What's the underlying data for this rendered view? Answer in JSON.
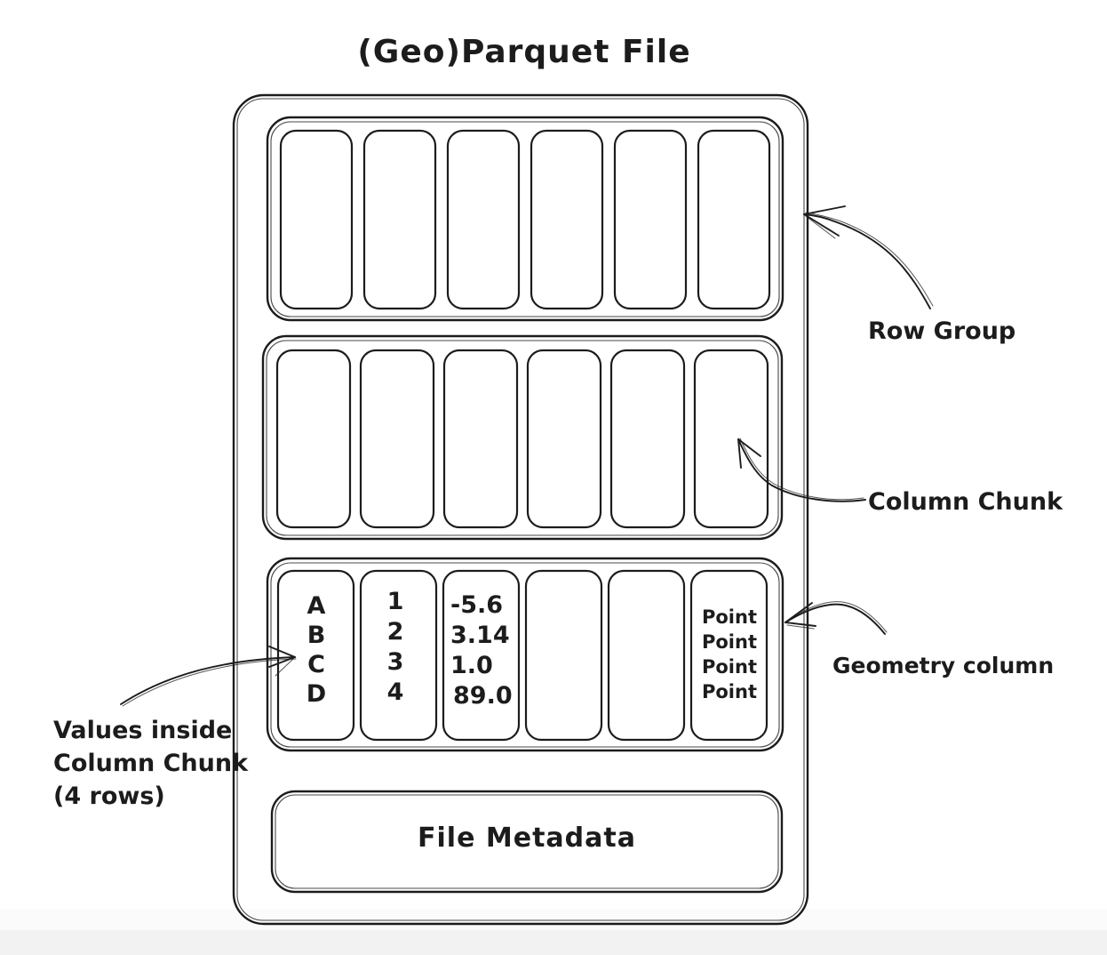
{
  "title": "(Geo)Parquet File",
  "file": {
    "metadata_label": "File Metadata",
    "row_groups": [
      {
        "columns": [
          {
            "values": []
          },
          {
            "values": []
          },
          {
            "values": []
          },
          {
            "values": []
          },
          {
            "values": []
          },
          {
            "values": []
          }
        ]
      },
      {
        "columns": [
          {
            "values": []
          },
          {
            "values": []
          },
          {
            "values": []
          },
          {
            "values": []
          },
          {
            "values": []
          },
          {
            "values": []
          }
        ]
      },
      {
        "columns": [
          {
            "values": [
              "A",
              "B",
              "C",
              "D"
            ]
          },
          {
            "values": [
              "1",
              "2",
              "3",
              "4"
            ]
          },
          {
            "values": [
              "-5.6",
              "3.14",
              "1.0",
              "89.0"
            ]
          },
          {
            "values": []
          },
          {
            "values": []
          },
          {
            "values": [
              "Point",
              "Point",
              "Point",
              "Point"
            ]
          }
        ]
      }
    ]
  },
  "annotations": {
    "row_group": "Row Group",
    "column_chunk": "Column Chunk",
    "geometry_column": "Geometry column",
    "values_note": {
      "lines": [
        "Values inside",
        "Column Chunk",
        "(4 rows)"
      ]
    }
  },
  "colors": {
    "ink": "#1c1c1c",
    "background": "#ffffff"
  }
}
